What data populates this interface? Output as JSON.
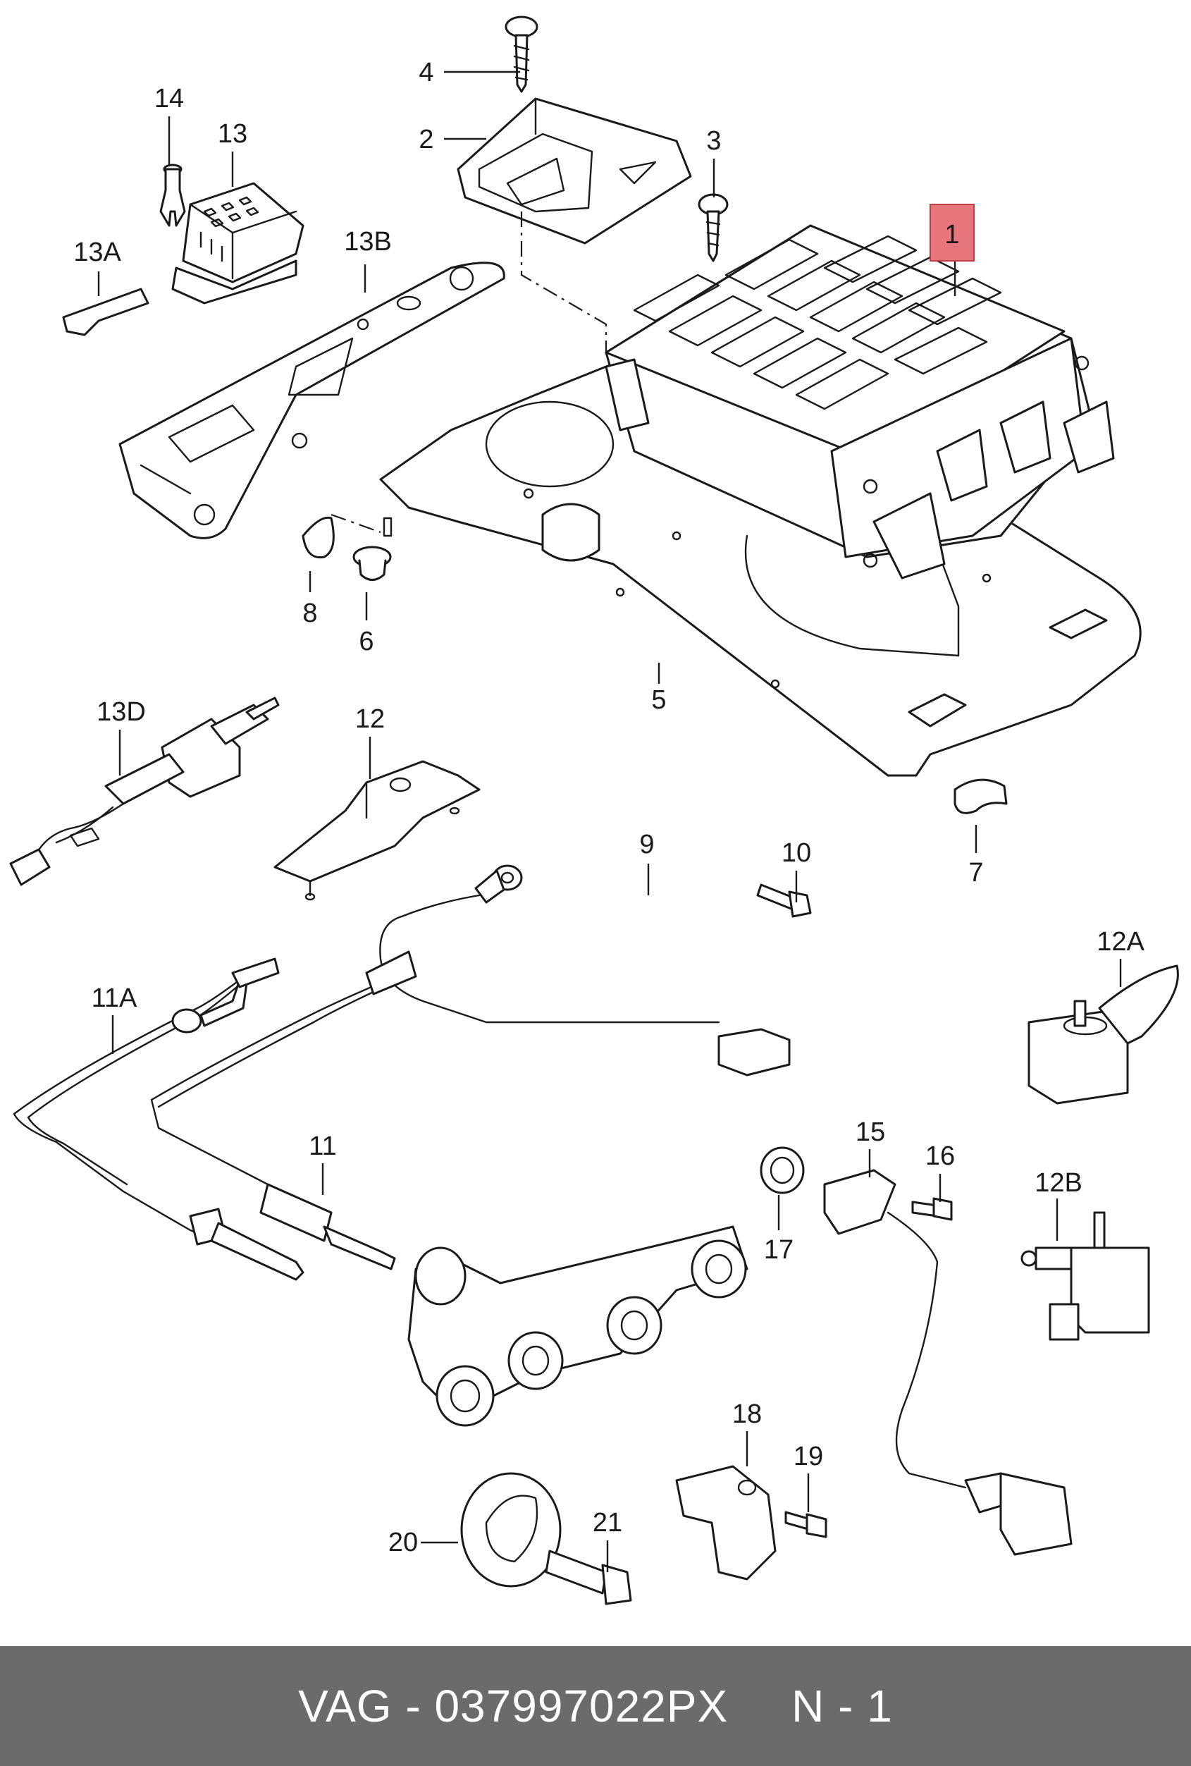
{
  "diagram": {
    "callouts": {
      "c1": "1",
      "c2": "2",
      "c3": "3",
      "c4": "4",
      "c5": "5",
      "c6": "6",
      "c7": "7",
      "c8": "8",
      "c9": "9",
      "c10": "10",
      "c11": "11",
      "c11a": "11A",
      "c12": "12",
      "c12a": "12A",
      "c12b": "12B",
      "c13": "13",
      "c13a": "13A",
      "c13b": "13B",
      "c13d": "13D",
      "c14": "14",
      "c15": "15",
      "c16": "16",
      "c17": "17",
      "c18": "18",
      "c19": "19",
      "c20": "20",
      "c21": "21"
    },
    "highlight_color": "#e8747c"
  },
  "footer": {
    "part_number": "VAG - 037997022PX",
    "position": "N - 1"
  }
}
